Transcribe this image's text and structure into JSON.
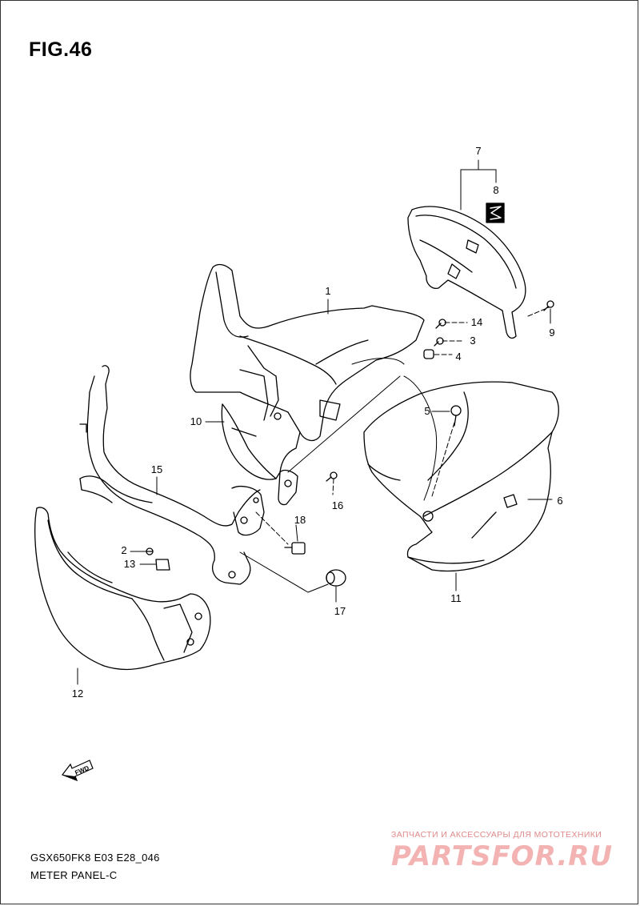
{
  "figure": {
    "title": "FIG.46",
    "model_code": "GSX650FK8 E03 E28_046",
    "section_name": "METER PANEL-C"
  },
  "callouts": [
    {
      "id": "1",
      "label": "1"
    },
    {
      "id": "2",
      "label": "2"
    },
    {
      "id": "3",
      "label": "3"
    },
    {
      "id": "4",
      "label": "4"
    },
    {
      "id": "5",
      "label": "5"
    },
    {
      "id": "6",
      "label": "6"
    },
    {
      "id": "7",
      "label": "7"
    },
    {
      "id": "8",
      "label": "8"
    },
    {
      "id": "9",
      "label": "9"
    },
    {
      "id": "10",
      "label": "10"
    },
    {
      "id": "11",
      "label": "11"
    },
    {
      "id": "12",
      "label": "12"
    },
    {
      "id": "13",
      "label": "13"
    },
    {
      "id": "14",
      "label": "14"
    },
    {
      "id": "15",
      "label": "15"
    },
    {
      "id": "16",
      "label": "16"
    },
    {
      "id": "17",
      "label": "17"
    },
    {
      "id": "18",
      "label": "18"
    }
  ],
  "direction_marker": {
    "label": "FWD"
  },
  "watermark": {
    "tagline": "ЗАПЧАСТИ И АКСЕССУАРЫ ДЛЯ МОТОТЕХНИКИ",
    "logo_text": "PARTSFOR.RU"
  }
}
